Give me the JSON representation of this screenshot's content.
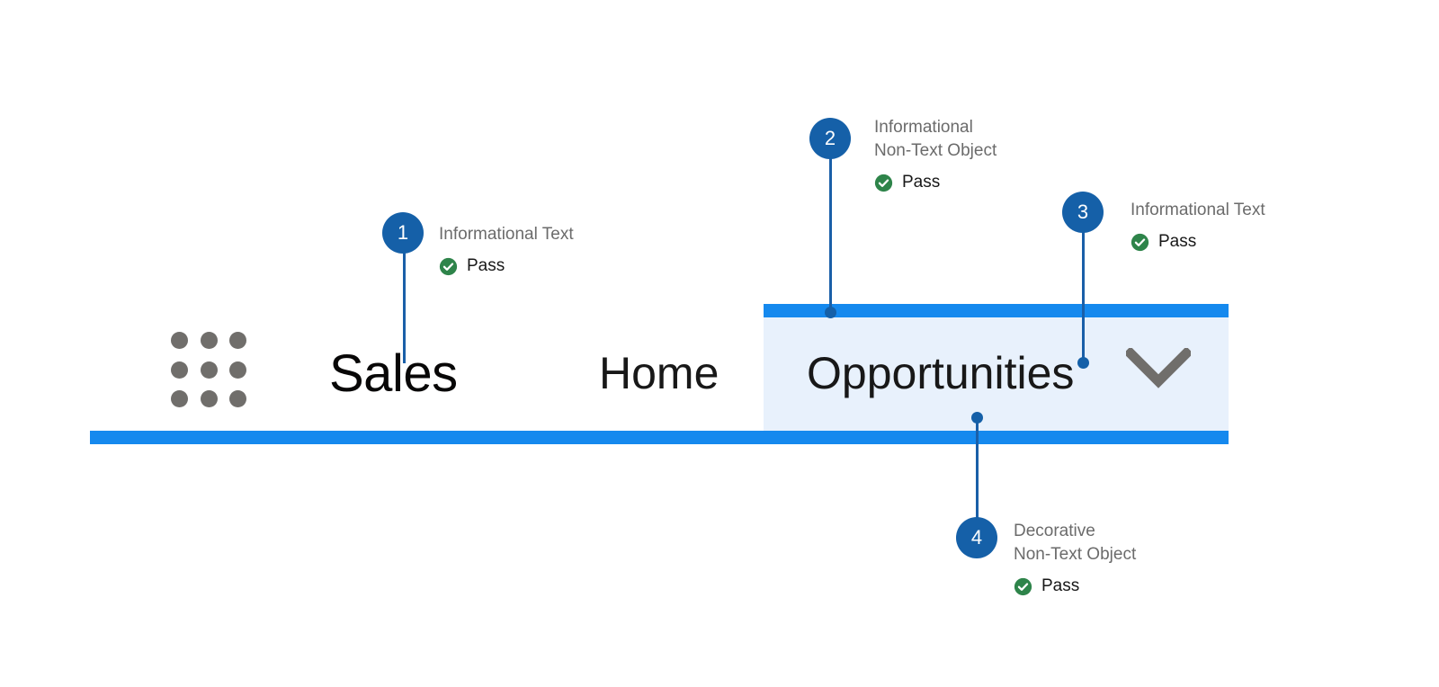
{
  "navbar": {
    "app_launcher_icon": "grid-nine-dots-icon",
    "app_launcher_dot_count": 9,
    "brand": "Sales",
    "items": [
      {
        "label": "Home",
        "active": false
      },
      {
        "label": "Opportunities",
        "active": true
      }
    ],
    "dropdown_icon": "chevron-down-icon",
    "colors": {
      "accent_bar": "#1589ee",
      "active_tab_fill": "#e8f1fc",
      "icon_gray": "#706e6b",
      "text": "#181818"
    }
  },
  "annotations": [
    {
      "number": "1",
      "label_lines": [
        "Informational Text"
      ],
      "status": "Pass",
      "status_icon": "check-circle-icon",
      "target": "brand-name-sales"
    },
    {
      "number": "2",
      "label_lines": [
        "Informational",
        "Non-Text Object"
      ],
      "status": "Pass",
      "status_icon": "check-circle-icon",
      "target": "active-tab-top-bar"
    },
    {
      "number": "3",
      "label_lines": [
        "Informational Text"
      ],
      "status": "Pass",
      "status_icon": "check-circle-icon",
      "target": "active-tab-label"
    },
    {
      "number": "4",
      "label_lines": [
        "Decorative",
        "Non-Text Object"
      ],
      "status": "Pass",
      "status_icon": "check-circle-icon",
      "target": "active-tab-fill"
    }
  ],
  "colors": {
    "badge_blue": "#1560a8",
    "leader_blue": "#1a5fa8",
    "pass_green": "#2e844a",
    "label_gray": "#6b6b6b"
  }
}
